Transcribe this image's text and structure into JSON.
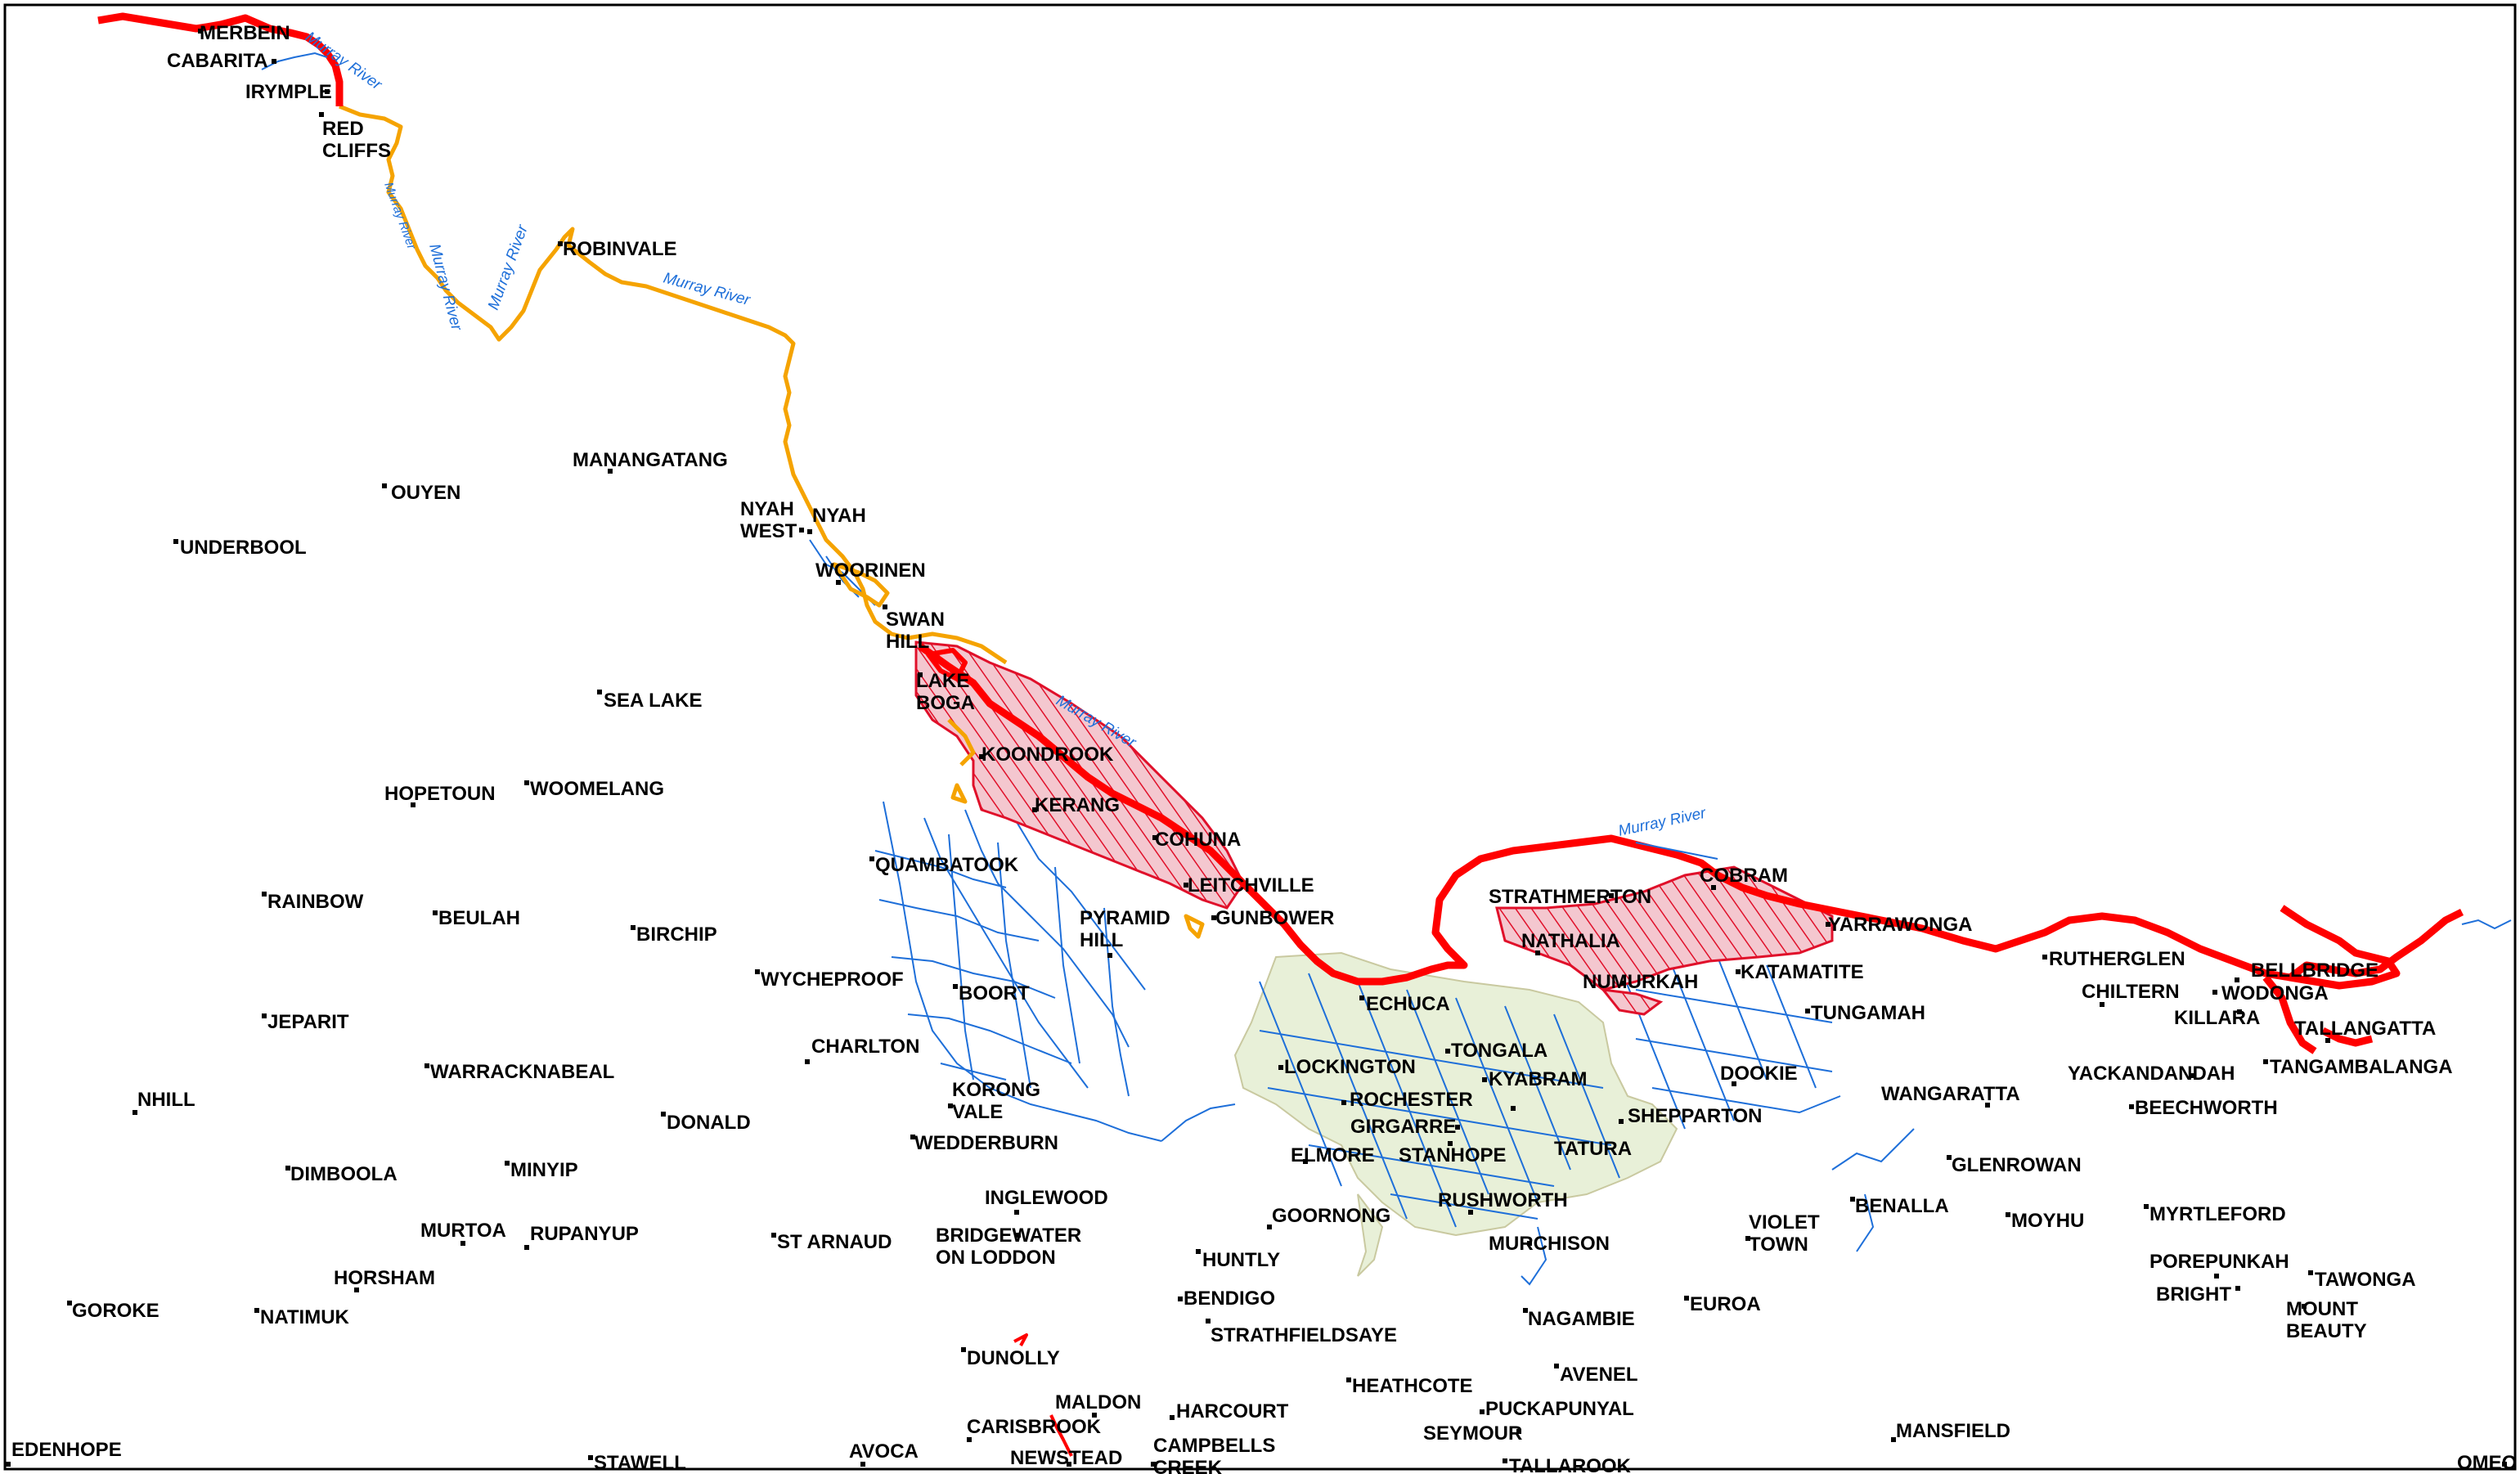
{
  "colors": {
    "flood_red": "#ff0000",
    "flood_orange": "#f5a300",
    "hatch_red": "#e0102a",
    "hatch_fill": "#f4c7cf",
    "water_blue": "#1e6fd9",
    "irrigation_fill": "#e8f0d8",
    "frame": "#000000"
  },
  "river_labels": [
    "Murray River",
    "Murray River",
    "Murray River",
    "Murray River",
    "Murray River",
    "Murray River",
    "Murray River"
  ],
  "towns": [
    {
      "label": [
        "MERBEIN"
      ]
    },
    {
      "label": [
        "CABARITA"
      ]
    },
    {
      "label": [
        "IRYMPLE"
      ]
    },
    {
      "label": [
        "RED",
        "CLIFFS"
      ]
    },
    {
      "label": [
        "ROBINVALE"
      ]
    },
    {
      "label": [
        "MANANGATANG"
      ]
    },
    {
      "label": [
        "OUYEN"
      ]
    },
    {
      "label": [
        "UNDERBOOL"
      ]
    },
    {
      "label": [
        "NYAH",
        "WEST"
      ]
    },
    {
      "label": [
        "NYAH"
      ]
    },
    {
      "label": [
        "WOORINEN"
      ]
    },
    {
      "label": [
        "SWAN",
        "HILL"
      ]
    },
    {
      "label": [
        "LAKE",
        "BOGA"
      ]
    },
    {
      "label": [
        "SEA LAKE"
      ]
    },
    {
      "label": [
        "KOONDROOK"
      ]
    },
    {
      "label": [
        "HOPETOUN"
      ]
    },
    {
      "label": [
        "WOOMELANG"
      ]
    },
    {
      "label": [
        "KERANG"
      ]
    },
    {
      "label": [
        "COHUNA"
      ]
    },
    {
      "label": [
        "QUAMBATOOK"
      ]
    },
    {
      "label": [
        "LEITCHVILLE"
      ]
    },
    {
      "label": [
        "GUNBOWER"
      ]
    },
    {
      "label": [
        "PYRAMID",
        "HILL"
      ]
    },
    {
      "label": [
        "RAINBOW"
      ]
    },
    {
      "label": [
        "BEULAH"
      ]
    },
    {
      "label": [
        "BIRCHIP"
      ]
    },
    {
      "label": [
        "WYCHEPROOF"
      ]
    },
    {
      "label": [
        "BOORT"
      ]
    },
    {
      "label": [
        "JEPARIT"
      ]
    },
    {
      "label": [
        "CHARLTON"
      ]
    },
    {
      "label": [
        "WARRACKNABEAL"
      ]
    },
    {
      "label": [
        "KORONG",
        "VALE"
      ]
    },
    {
      "label": [
        "NHILL"
      ]
    },
    {
      "label": [
        "DONALD"
      ]
    },
    {
      "label": [
        "WEDDERBURN"
      ]
    },
    {
      "label": [
        "DIMBOOLA"
      ]
    },
    {
      "label": [
        "MINYIP"
      ]
    },
    {
      "label": [
        "INGLEWOOD"
      ]
    },
    {
      "label": [
        "MURTOA"
      ]
    },
    {
      "label": [
        "RUPANYUP"
      ]
    },
    {
      "label": [
        "ST ARNAUD"
      ]
    },
    {
      "label": [
        "BRIDGEWATER",
        "ON LODDON"
      ]
    },
    {
      "label": [
        "HORSHAM"
      ]
    },
    {
      "label": [
        "GOROKE"
      ]
    },
    {
      "label": [
        "NATIMUK"
      ]
    },
    {
      "label": [
        "STRATHMERTON"
      ]
    },
    {
      "label": [
        "COBRAM"
      ]
    },
    {
      "label": [
        "YARRAWONGA"
      ]
    },
    {
      "label": [
        "NATHALIA"
      ]
    },
    {
      "label": [
        "NUMURKAH"
      ]
    },
    {
      "label": [
        "KATAMATITE"
      ]
    },
    {
      "label": [
        "ECHUCA"
      ]
    },
    {
      "label": [
        "TONGALA"
      ]
    },
    {
      "label": [
        "LOCKINGTON"
      ]
    },
    {
      "label": [
        "KYABRAM"
      ]
    },
    {
      "label": [
        "ROCHESTER"
      ]
    },
    {
      "label": [
        "GIRGARRE"
      ]
    },
    {
      "label": [
        "TATURA"
      ]
    },
    {
      "label": [
        "SHEPPARTON"
      ]
    },
    {
      "label": [
        "ELMORE"
      ]
    },
    {
      "label": [
        "STANHOPE"
      ]
    },
    {
      "label": [
        "RUSHWORTH"
      ]
    },
    {
      "label": [
        "GOORNONG"
      ]
    },
    {
      "label": [
        "MURCHISON"
      ]
    },
    {
      "label": [
        "HUNTLY"
      ]
    },
    {
      "label": [
        "BENDIGO"
      ]
    },
    {
      "label": [
        "STRATHFIELDSAYE"
      ]
    },
    {
      "label": [
        "TUNGAMAH"
      ]
    },
    {
      "label": [
        "DOOKIE"
      ]
    },
    {
      "label": [
        "WANGARATTA"
      ]
    },
    {
      "label": [
        "GLENROWAN"
      ]
    },
    {
      "label": [
        "BENALLA"
      ]
    },
    {
      "label": [
        "VIOLET",
        "TOWN"
      ]
    },
    {
      "label": [
        "EUROA"
      ]
    },
    {
      "label": [
        "NAGAMBIE"
      ]
    },
    {
      "label": [
        "RUTHERGLEN"
      ]
    },
    {
      "label": [
        "CHILTERN"
      ]
    },
    {
      "label": [
        "BELLBRIDGE"
      ]
    },
    {
      "label": [
        "WODONGA"
      ]
    },
    {
      "label": [
        "KILLARA"
      ]
    },
    {
      "label": [
        "TALLANGATTA"
      ]
    },
    {
      "label": [
        "YACKANDANDAH"
      ]
    },
    {
      "label": [
        "TANGAMBALANGA"
      ]
    },
    {
      "label": [
        "BEECHWORTH"
      ]
    },
    {
      "label": [
        "MOYHU"
      ]
    },
    {
      "label": [
        "MYRTLEFORD"
      ]
    },
    {
      "label": [
        "POREPUNKAH"
      ]
    },
    {
      "label": [
        "BRIGHT"
      ]
    },
    {
      "label": [
        "TAWONGA"
      ]
    },
    {
      "label": [
        "MOUNT",
        "BEAUTY"
      ]
    },
    {
      "label": [
        "DUNOLLY"
      ]
    },
    {
      "label": [
        "MALDON"
      ]
    },
    {
      "label": [
        "HARCOURT"
      ]
    },
    {
      "label": [
        "CARISBROOK"
      ]
    },
    {
      "label": [
        "NEWSTEAD"
      ]
    },
    {
      "label": [
        "CAMPBELLS",
        "CREEK"
      ]
    },
    {
      "label": [
        "HEATHCOTE"
      ]
    },
    {
      "label": [
        "PUCKAPUNYAL"
      ]
    },
    {
      "label": [
        "AVENEL"
      ]
    },
    {
      "label": [
        "SEYMOUR"
      ]
    },
    {
      "label": [
        "TALLAROOK"
      ]
    },
    {
      "label": [
        "MANSFIELD"
      ]
    },
    {
      "label": [
        "EDENHOPE"
      ]
    },
    {
      "label": [
        "STAWELL"
      ]
    },
    {
      "label": [
        "AVOCA"
      ]
    },
    {
      "label": [
        "OMEO"
      ]
    }
  ]
}
